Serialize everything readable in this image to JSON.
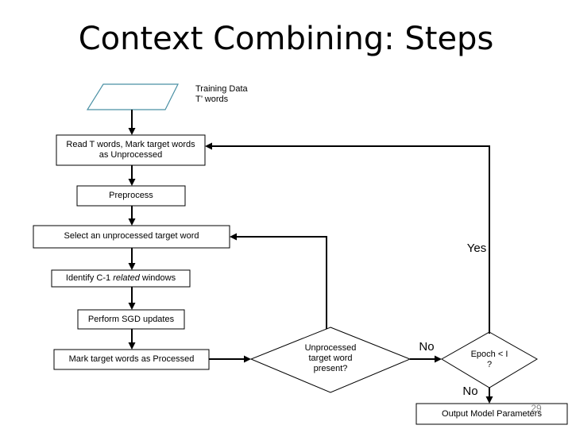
{
  "slide": {
    "title": "Context Combining: Steps",
    "page_number": "29"
  },
  "flow": {
    "input_line1": "Training Data",
    "input_line2": "T’ words",
    "step_read_line1": "Read T words, Mark target words",
    "step_read_line2": "as Unprocessed",
    "step_preprocess": "Preprocess",
    "step_select": "Select an unprocessed target word",
    "step_identify_pre": "Identify C-1 ",
    "step_identify_em": "related",
    "step_identify_post": " windows",
    "step_sgd": "Perform SGD updates",
    "step_mark": "Mark target words as Processed",
    "decision1_line1": "Unprocessed",
    "decision1_line2": "target word",
    "decision1_line3": "present?",
    "decision2_line1": "Epoch < I",
    "decision2_line2": "?",
    "label_yes": "Yes",
    "label_no1": "No",
    "label_no2": "No",
    "output": "Output Model Parameters"
  }
}
